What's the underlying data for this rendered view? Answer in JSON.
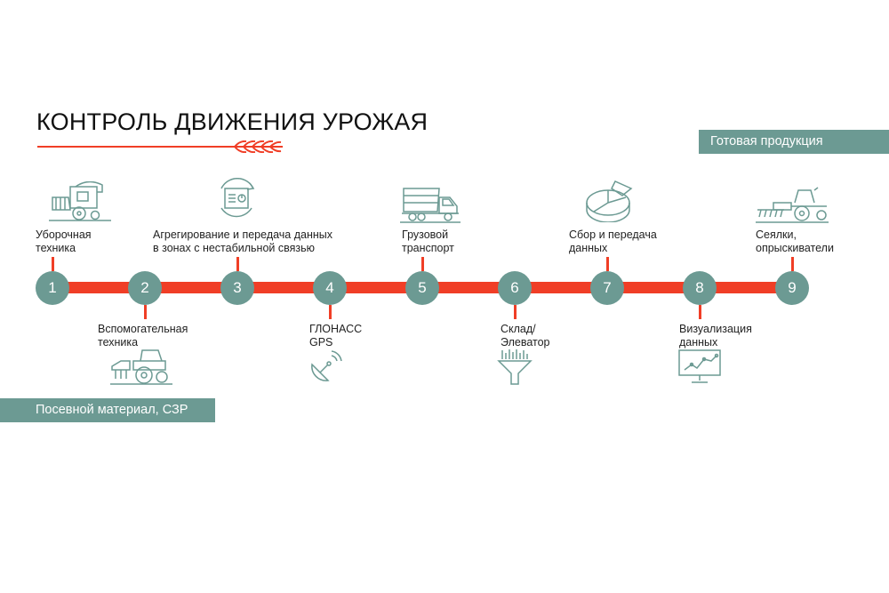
{
  "title": "КОНТРОЛЬ ДВИЖЕНИЯ УРОЖАЯ",
  "badges": {
    "top": "Готовая продукция",
    "bottom": "Посевной материал, СЗР"
  },
  "colors": {
    "accent_red": "#f03e26",
    "teal": "#6c9a93",
    "icon_stroke": "#6c9a93"
  },
  "steps": [
    {
      "number": "1",
      "label": "Уборочная\nтехника",
      "icon": "combine-harvester-icon"
    },
    {
      "number": "2",
      "label": "Вспомогательная\nтехника",
      "icon": "tractor-icon"
    },
    {
      "number": "3",
      "label": "Агрегирование и передача данных\nв зонах с нестабильной связью",
      "icon": "data-aggregation-icon"
    },
    {
      "number": "4",
      "label": "ГЛОНАСС\nGPS",
      "icon": "satellite-dish-icon"
    },
    {
      "number": "5",
      "label": "Грузовой\nтранспорт",
      "icon": "truck-icon"
    },
    {
      "number": "6",
      "label": "Склад/\nЭлеватор",
      "icon": "grain-funnel-icon"
    },
    {
      "number": "7",
      "label": "Сбор и передача\nданных",
      "icon": "pie-chart-icon"
    },
    {
      "number": "8",
      "label": "Визуализация\nданных",
      "icon": "monitor-chart-icon"
    },
    {
      "number": "9",
      "label": "Сеялки,\nопрыскиватели",
      "icon": "seeder-tractor-icon"
    }
  ]
}
